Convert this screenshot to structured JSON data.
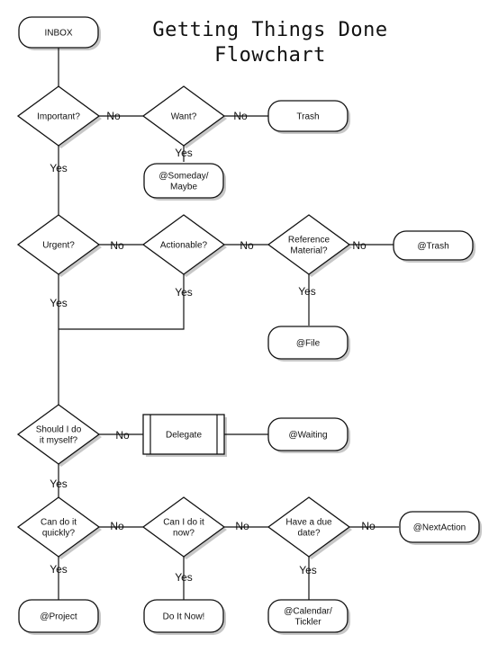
{
  "title": {
    "line1": "Getting Things Done",
    "line2": "Flowchart"
  },
  "nodes": {
    "inbox": "INBOX",
    "important": [
      "Important?"
    ],
    "want": [
      "Want?"
    ],
    "trash": [
      "Trash"
    ],
    "someday": [
      "@Someday/",
      "Maybe"
    ],
    "urgent": [
      "Urgent?"
    ],
    "actionable": [
      "Actionable?"
    ],
    "reference": [
      "Reference",
      "Material?"
    ],
    "trash2": [
      "@Trash"
    ],
    "file": [
      "@File"
    ],
    "do_myself": [
      "Should I do",
      "it myself?"
    ],
    "delegate": [
      "Delegate"
    ],
    "waiting": [
      "@Waiting"
    ],
    "do_quickly": [
      "Can do it",
      "quickly?"
    ],
    "do_now": [
      "Can I do it",
      "now?"
    ],
    "due_date": [
      "Have a due",
      "date?"
    ],
    "next_action": [
      "@NextAction"
    ],
    "project": [
      "@Project"
    ],
    "do_it_now": [
      "Do It Now!"
    ],
    "calendar": [
      "@Calendar/",
      "Tickler"
    ]
  },
  "edges": {
    "no": "No",
    "yes": "Yes"
  }
}
